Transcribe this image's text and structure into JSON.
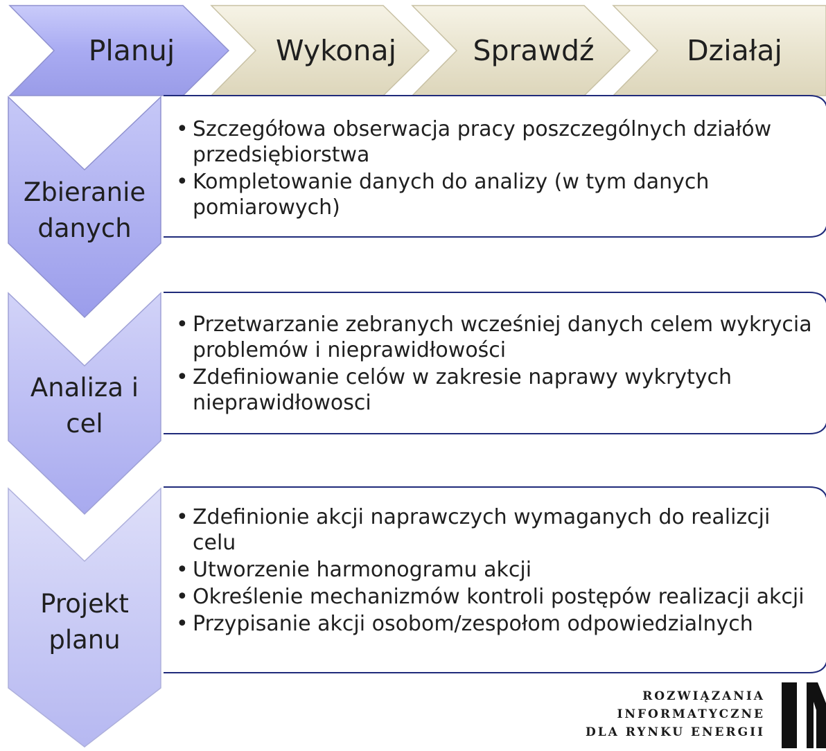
{
  "phases": [
    "Planuj",
    "Wykonaj",
    "Sprawdź",
    "Działaj"
  ],
  "stages": [
    {
      "label_line1": "Zbieranie",
      "label_line2": "danych",
      "bullets": [
        "Szczegółowa obserwacja pracy poszczególnych działów przedsiębiorstwa",
        "Kompletowanie danych do analizy (w tym danych pomiarowych)"
      ]
    },
    {
      "label_line1": "Analiza i",
      "label_line2": "cel",
      "bullets": [
        "Przetwarzanie zebranych wcześniej danych celem wykrycia problemów i nieprawidłowości",
        "Zdefiniowanie celów w zakresie naprawy wykrytych nieprawidłowosci"
      ]
    },
    {
      "label_line1": "Projekt",
      "label_line2": "planu",
      "bullets": [
        "Zdefinionie akcji naprawczych wymaganych do realizcji celu",
        "Utworzenie harmonogramu akcji",
        "Określenie mechanizmów kontroli postępów realizacji akcji",
        "Przypisanie akcji osobom/zespołom odpowiedzialnych"
      ]
    }
  ],
  "logo": {
    "line1": "ROZWIĄZANIA",
    "line2": "INFORMATYCZNE",
    "line3": "DLA RYNKU ENERGII",
    "mark": "IN"
  },
  "colors": {
    "active_phase": "#a9abf2",
    "inactive_phase": "#e9e4cf",
    "stage_arrow": "#a7a9f0",
    "box_border": "#1f2a7a"
  }
}
